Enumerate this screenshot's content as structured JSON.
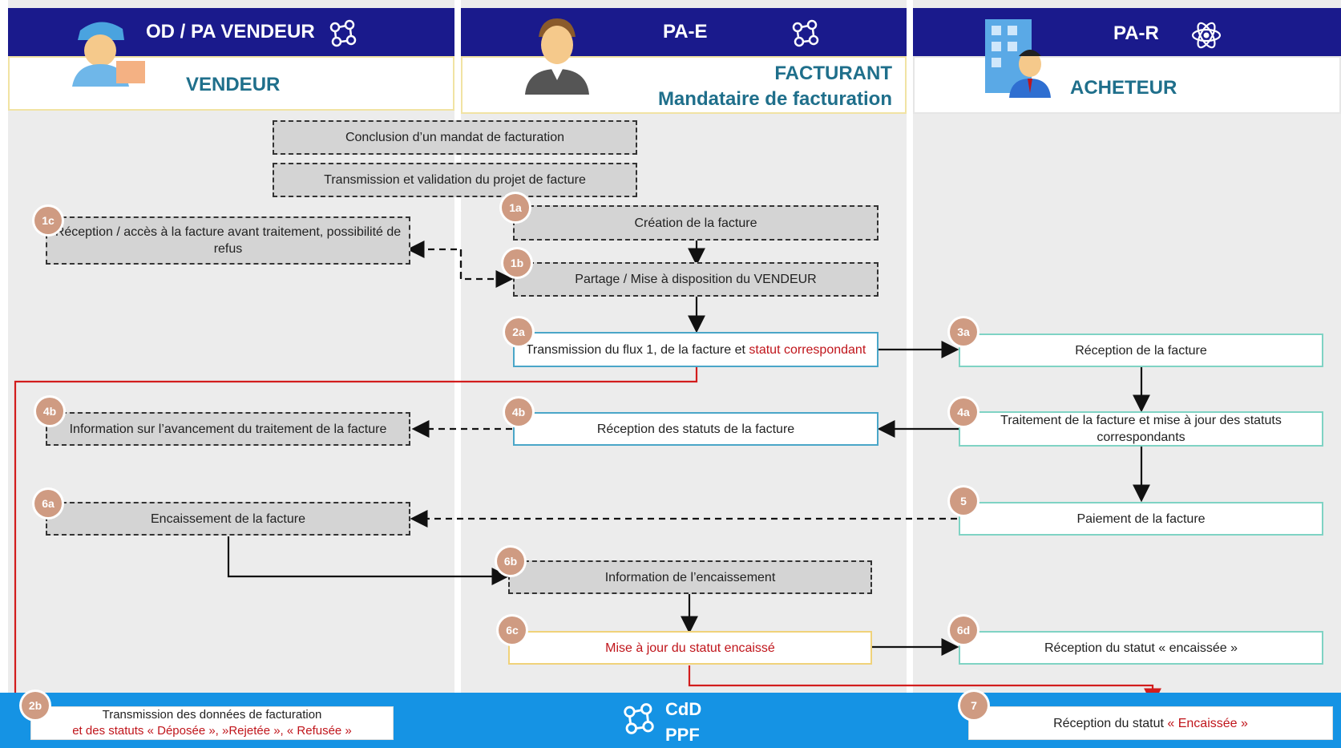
{
  "lanes": {
    "vendeur": {
      "title": "OD / PA VENDEUR",
      "role": "VENDEUR"
    },
    "pae": {
      "title": "PA-E",
      "role_line1": "FACTURANT",
      "role_line2": "Mandataire de facturation"
    },
    "par": {
      "title": "PA-R",
      "role": "ACHETEUR"
    }
  },
  "steps": {
    "mandat": "Conclusion d’un mandat de facturation",
    "projet": "Transmission et validation du projet de facture",
    "s1a": {
      "badge": "1a",
      "text": "Création de la facture"
    },
    "s1b": {
      "badge": "1b",
      "text": "Partage / Mise à disposition du VENDEUR"
    },
    "s1c": {
      "badge": "1c",
      "text": "Réception / accès à la facture avant traitement, possibilité de refus"
    },
    "s2a": {
      "badge": "2a",
      "text": "Transmission du flux 1, de la facture et ",
      "red": "statut correspondant"
    },
    "s3a": {
      "badge": "3a",
      "text": "Réception de la facture"
    },
    "s4a": {
      "badge": "4a",
      "text": "Traitement de la facture et mise à jour des statuts correspondants"
    },
    "s4b_pae": {
      "badge": "4b",
      "text": "Réception des statuts de la facture"
    },
    "s4b_vend": {
      "badge": "4b",
      "text": "Information sur l’avancement du traitement de la facture"
    },
    "s5": {
      "badge": "5",
      "text": "Paiement de la facture"
    },
    "s6a": {
      "badge": "6a",
      "text": "Encaissement de la facture"
    },
    "s6b": {
      "badge": "6b",
      "text": "Information de l’encaissement"
    },
    "s6c": {
      "badge": "6c",
      "text": "Mise à jour du statut encaissé"
    },
    "s6d": {
      "badge": "6d",
      "text": "Réception du statut « encaissée »"
    },
    "s2b": {
      "badge": "2b",
      "line1": "Transmission des données de facturation",
      "line2": "et des statuts « Déposée », »Rejetée », « Refusée »"
    },
    "s7": {
      "badge": "7",
      "text": "Réception du statut ",
      "red": "« Encaissée »"
    }
  },
  "footer": {
    "line1": "CdD",
    "line2": "PPF"
  },
  "colors": {
    "header": "#1a1a8c",
    "footer": "#1593e4",
    "badge": "#cf9b82",
    "accent_red": "#c0151b",
    "role_text": "#1f6f8b"
  }
}
